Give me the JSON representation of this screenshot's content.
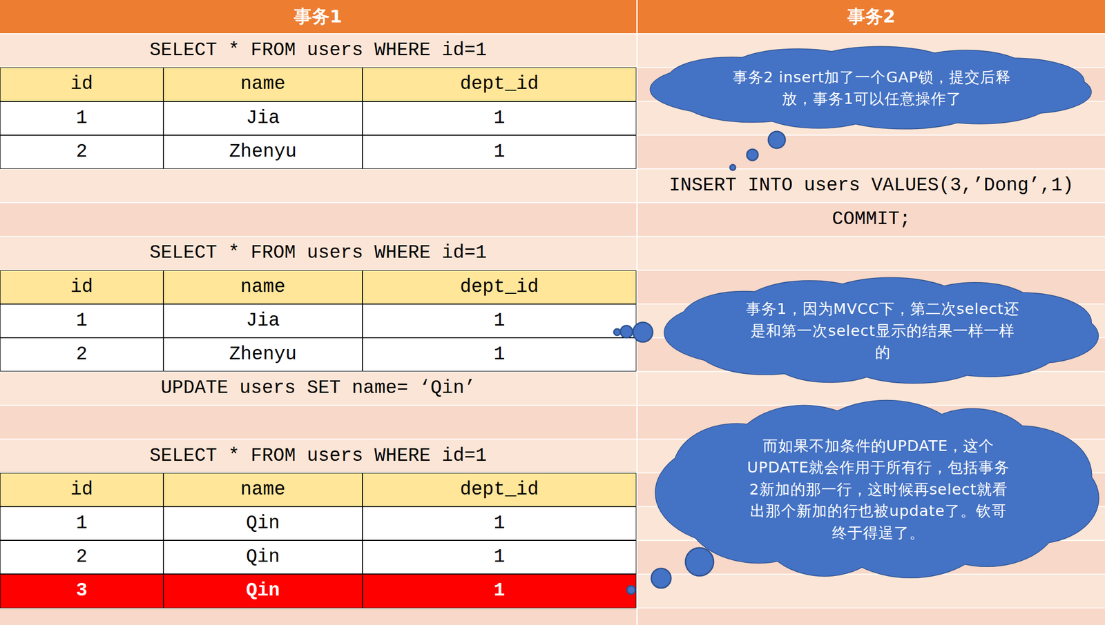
{
  "diagram": {
    "nodes": [
      {
        "text": [
          "事务1"
        ]
      },
      {
        "text": [
          "事务2"
        ]
      },
      {
        "text": [
          "事务2 insert加了一个GAP锁，提交后释放，事务1可以任意操作了"
        ]
      },
      {
        "text": [
          "事务1，因为MVCC下，第二次select还是和第一次select显示的结果一样一样的"
        ]
      },
      {
        "text": [
          "而如果不加条件的UPDATE，这个UPDATE就会作用于所有行，包括事务2新加的那一行，这时候再select就看出那个新加的行也被update了。钦哥终于得逞了。"
        ]
      }
    ],
    "labels": [
      "SELECT * FROM users WHERE id=1",
      "id",
      "name",
      "dept_id",
      "1",
      "Jia",
      "1",
      "2",
      "Zhenyu",
      "1",
      "INSERT INTO users VALUES(3,’Dong’,1)",
      "COMMIT;",
      "SELECT * FROM users WHERE id=1",
      "id",
      "name",
      "dept_id",
      "1",
      "Jia",
      "1",
      "2",
      "Zhenyu",
      "1",
      "UPDATE users SET name= ‘Qin’",
      "SELECT * FROM users WHERE id=1",
      "id",
      "name",
      "dept_id",
      "1",
      "Qin",
      "1",
      "2",
      "Qin",
      "1",
      "3",
      "Qin",
      "1"
    ]
  }
}
